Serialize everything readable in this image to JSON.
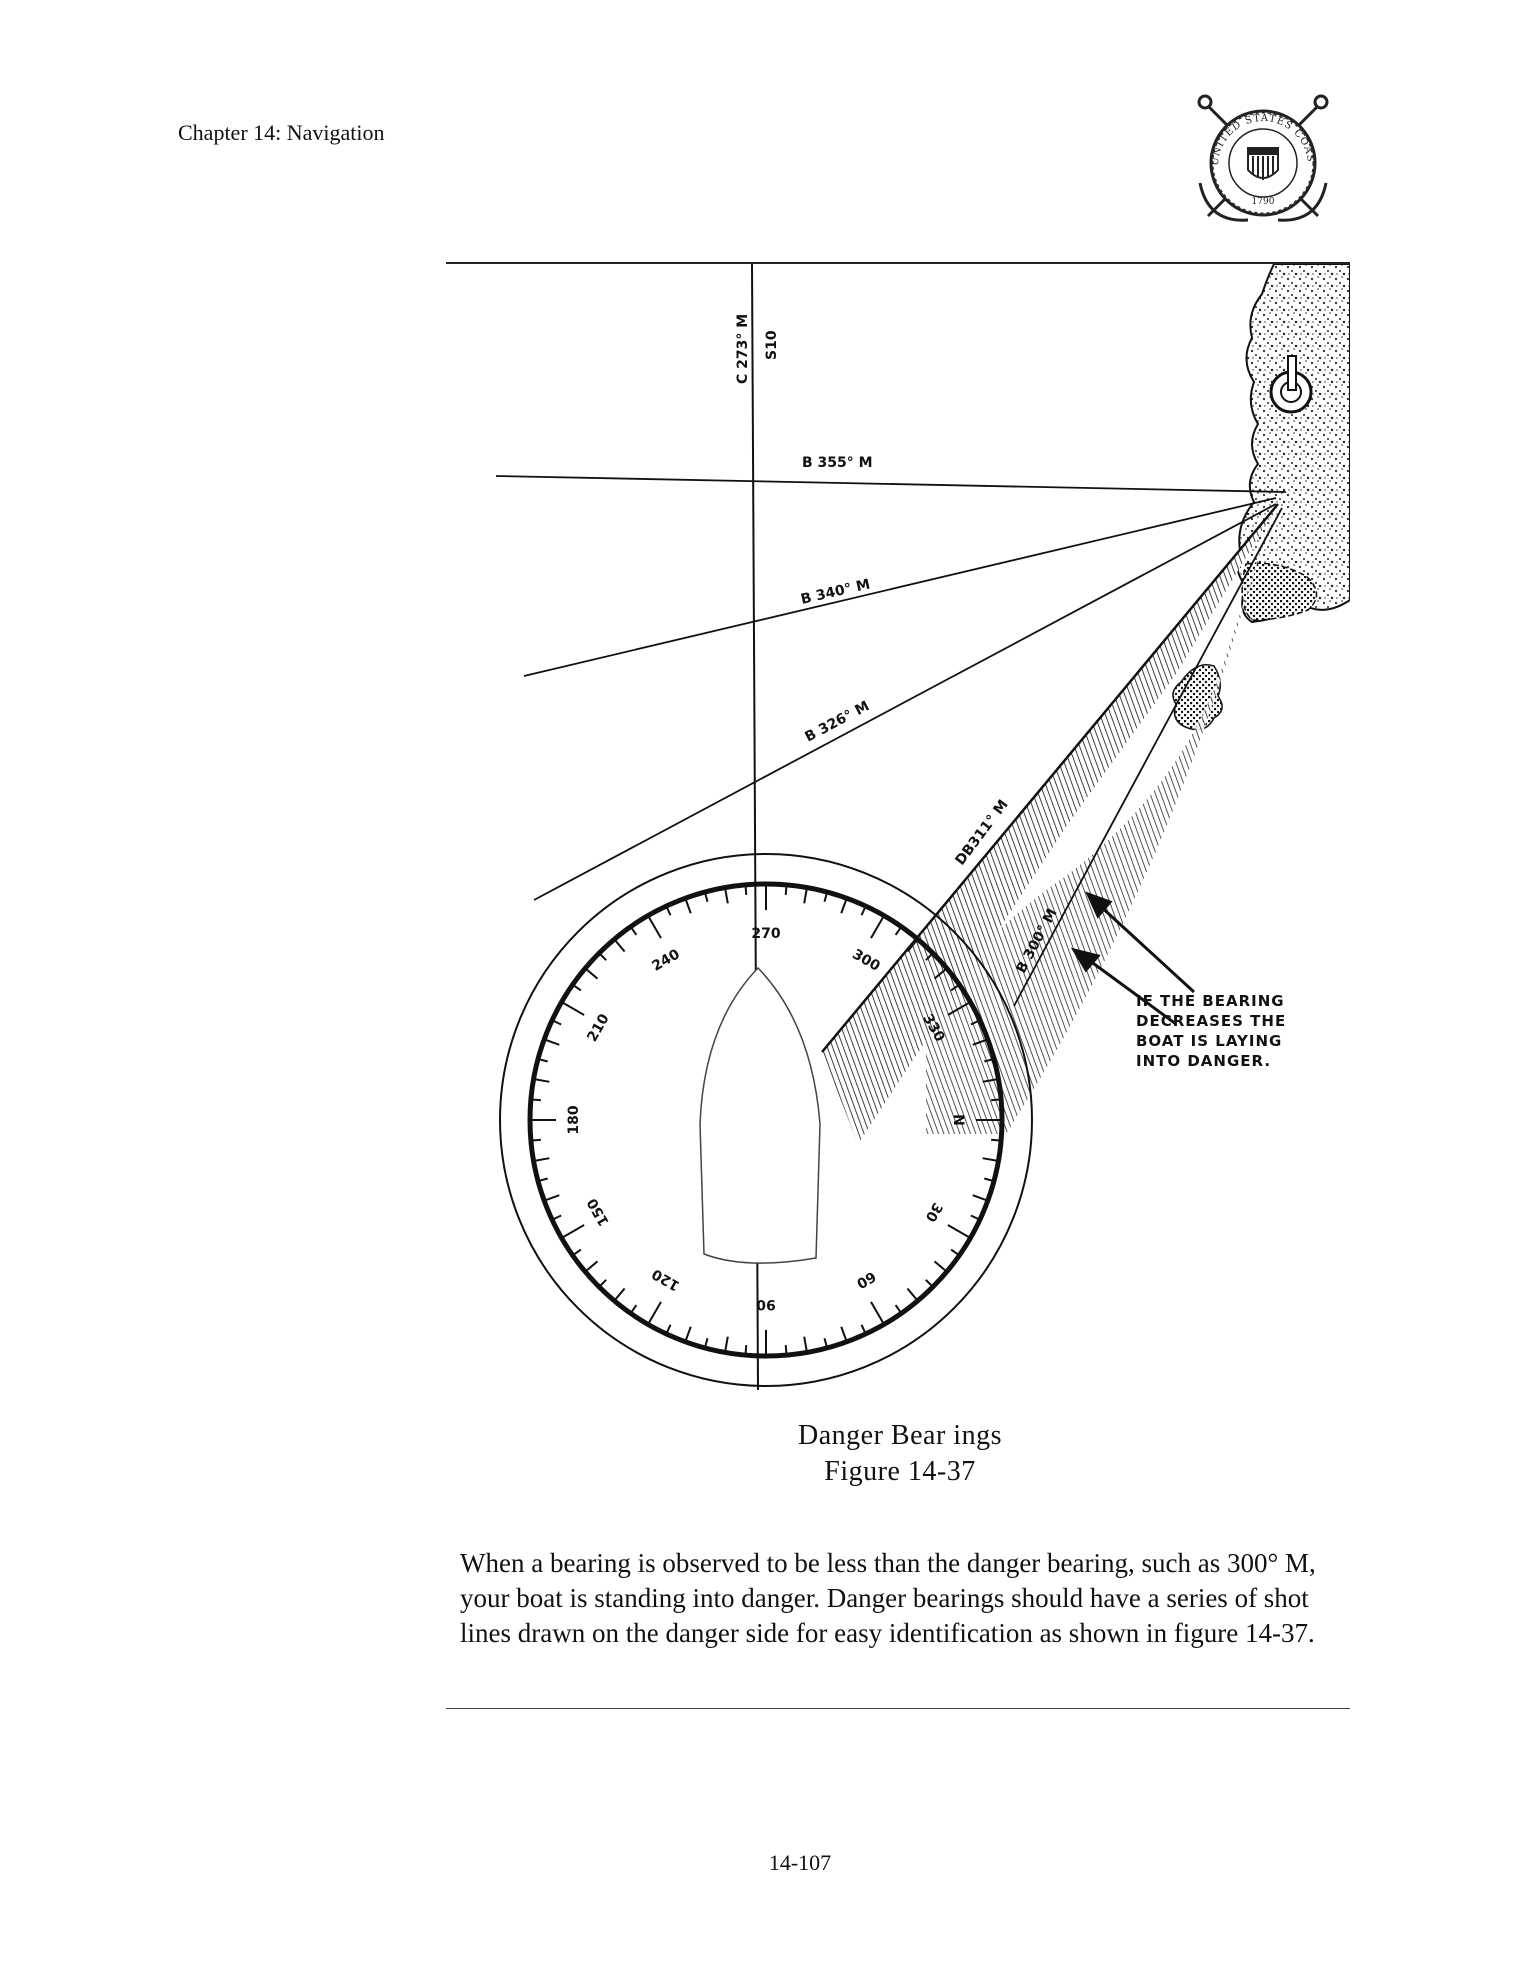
{
  "header": {
    "chapter": "Chapter 14:  Navigation",
    "seal_text": "UNITED STATES COAST GUARD",
    "seal_year": "1790",
    "seal_icon": "coast-guard-seal"
  },
  "figure": {
    "labels": {
      "course": "C 273° M",
      "speed": "S10",
      "b355": "B 355° M",
      "b340": "B 340° M",
      "b326": "B 326° M",
      "db311": "DB311° M",
      "b300": "B 300° M"
    },
    "compass": {
      "ticks": [
        "270",
        "300",
        "330",
        "N",
        "30",
        "60",
        "90",
        "120",
        "150",
        "180",
        "210",
        "240"
      ]
    },
    "note_lines": [
      "IF THE BEARING",
      "DECREASES THE",
      "BOAT IS LAYING",
      "INTO DANGER."
    ]
  },
  "caption": {
    "title": "Danger Bear ings",
    "number": "Figure 14-37"
  },
  "body": {
    "paragraph": "When a bearing is observed to be less than the danger bearing, such as 300° M, your boat is standing into danger.  Danger bearings should have a series of shot lines drawn on the danger side for easy identification as shown in figure 14-37."
  },
  "footer": {
    "page_number": "14-107"
  }
}
